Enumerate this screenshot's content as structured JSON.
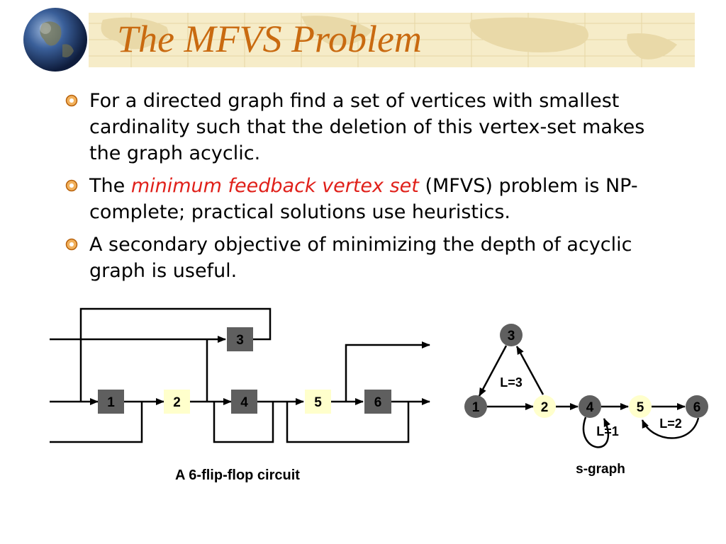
{
  "slide": {
    "title": "The MFVS Problem",
    "accent_color": "#c96a10",
    "emphasis_color": "#e0201a"
  },
  "bullets": [
    {
      "text": "For a directed graph find a set of vertices with smallest cardinality such that the deletion of this vertex-set makes the graph acyclic."
    },
    {
      "before": "The ",
      "emphasis": "minimum feedback vertex set",
      "after": " (MFVS) problem is NP-complete; practical solutions use heuristics."
    },
    {
      "text": "A secondary objective of minimizing the depth of acyclic graph is useful."
    }
  ],
  "circuit": {
    "caption": "A 6-flip-flop circuit",
    "flipflops": [
      "1",
      "2",
      "3",
      "4",
      "5",
      "6"
    ]
  },
  "sgraph": {
    "caption": "s-graph",
    "nodes": [
      "1",
      "2",
      "3",
      "4",
      "5",
      "6"
    ],
    "edge_labels": [
      "L=3",
      "L=1",
      "L=2"
    ]
  }
}
